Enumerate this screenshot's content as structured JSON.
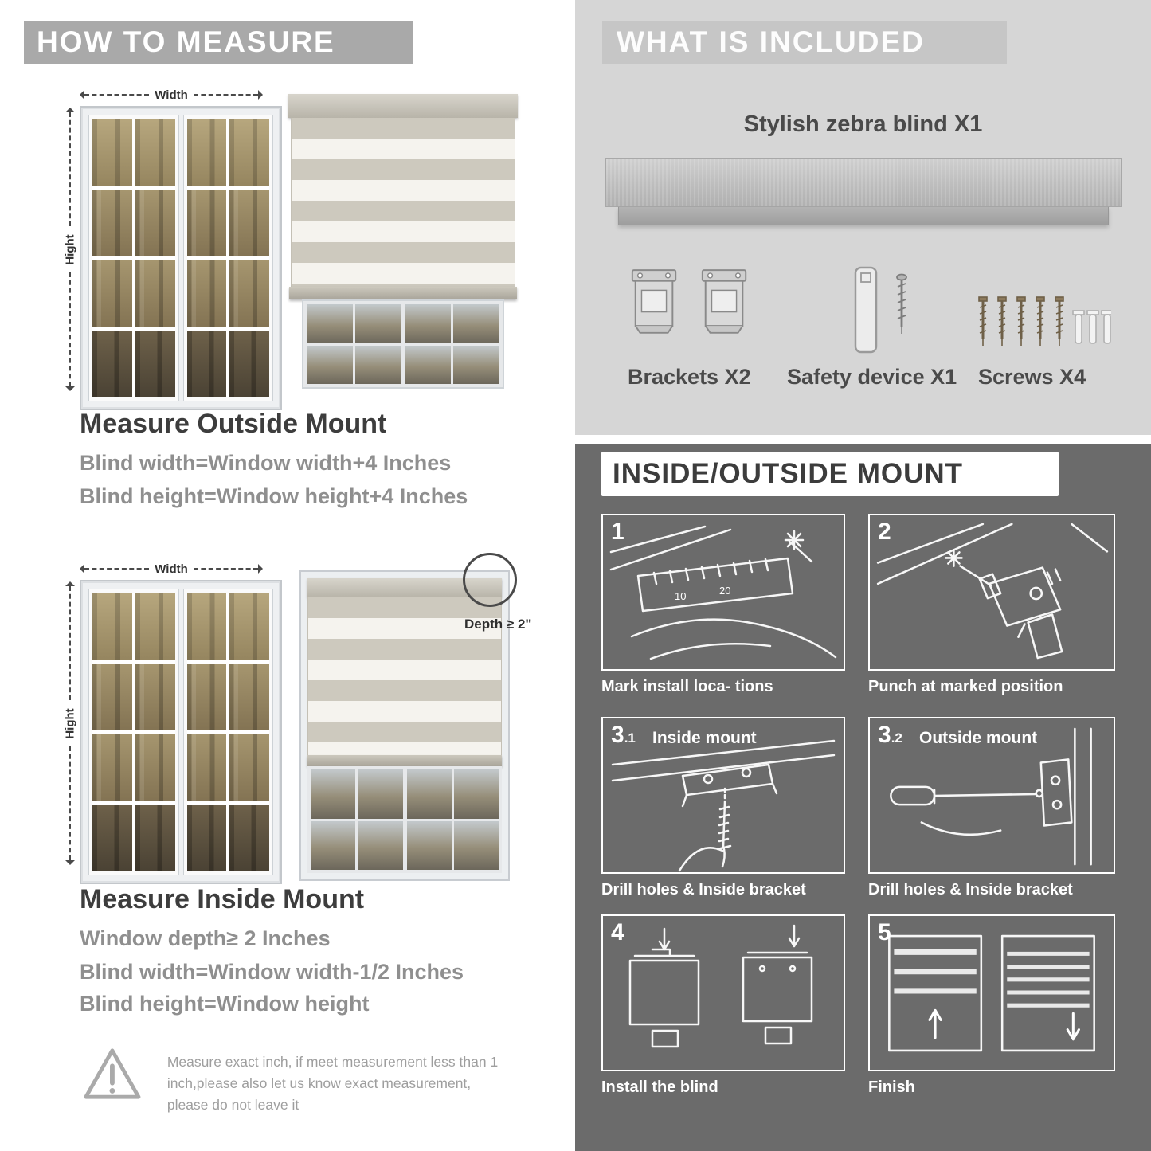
{
  "colors": {
    "banner_gray": "#a9a9a9",
    "panel_light": "#d6d6d6",
    "panel_dark": "#6b6b6b",
    "text_dark": "#3d3d3d",
    "text_gray": "#8f8f8f"
  },
  "left": {
    "banner": "HOW TO MEASURE",
    "fig1": {
      "width_label": "Width",
      "height_label": "Hight"
    },
    "outside": {
      "title": "Measure Outside Mount",
      "line1": "Blind width=Window width+4 Inches",
      "line2": "Blind height=Window height+4 Inches"
    },
    "fig2": {
      "width_label": "Width",
      "height_label": "Hight",
      "depth_label": "Depth ≥ 2\""
    },
    "inside": {
      "title": "Measure Inside Mount",
      "line1": "Window depth≥ 2 Inches",
      "line2": "Blind width=Window width-1/2 Inches",
      "line3": "Blind height=Window height"
    },
    "warning": "Measure exact inch, if meet measurement less than 1 inch,please also let us know exact measurement, please do not leave it"
  },
  "included": {
    "header": "WHAT IS INCLUDED",
    "blind_label": "Stylish zebra blind X1",
    "items": [
      {
        "label": "Brackets X2"
      },
      {
        "label": "Safety device X1"
      },
      {
        "label": "Screws X4"
      }
    ]
  },
  "mount": {
    "header": "INSIDE/OUTSIDE MOUNT",
    "steps": [
      {
        "num": "1",
        "caption": "Mark install loca- tions"
      },
      {
        "num": "2",
        "caption": "Punch at marked position"
      },
      {
        "num": "3",
        "sub": ".1",
        "title": "Inside mount",
        "caption": "Drill holes & Inside bracket"
      },
      {
        "num": "3",
        "sub": ".2",
        "title": "Outside mount",
        "caption": "Drill holes & Inside bracket"
      },
      {
        "num": "4",
        "caption": "Install the blind"
      },
      {
        "num": "5",
        "caption": "Finish"
      }
    ]
  }
}
